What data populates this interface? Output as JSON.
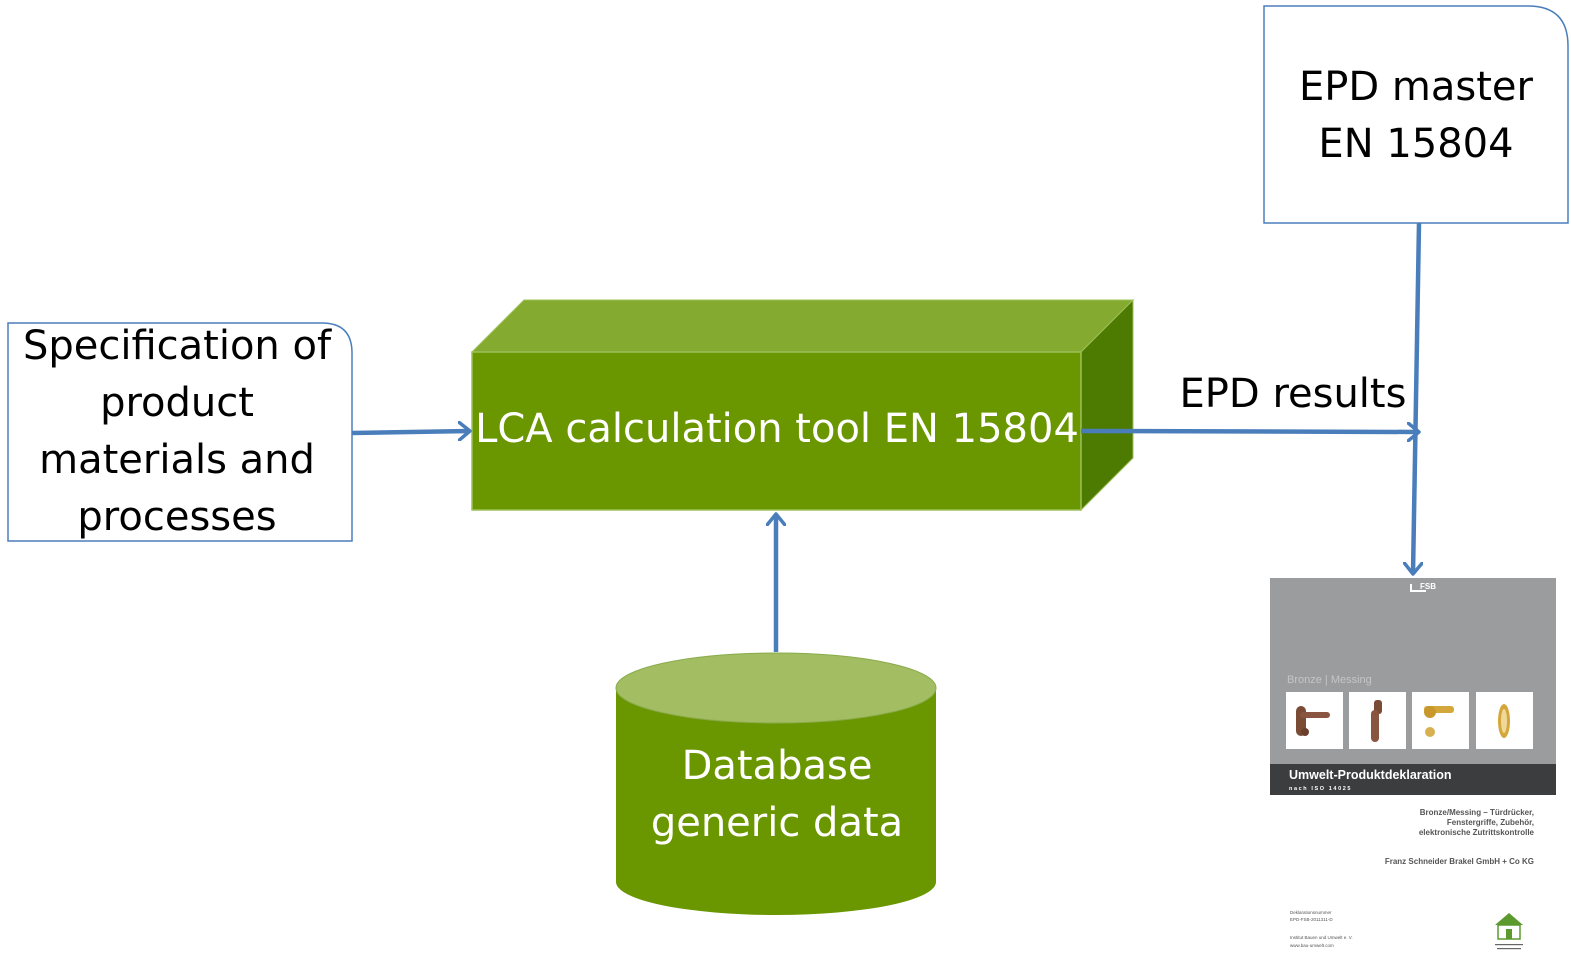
{
  "specification": {
    "label": "Specification of product materials and processes"
  },
  "tool": {
    "label": "LCA calculation tool EN 15804"
  },
  "database": {
    "label": "Database generic data"
  },
  "master": {
    "label": "EPD master EN 15804"
  },
  "results": {
    "label": "EPD results"
  },
  "epd_document": {
    "brand": "FSB",
    "collection": "Bronze | Messing",
    "title": "Umwelt-Produktdeklaration",
    "norm": "nach ISO 14025",
    "product_lines": [
      "Bronze/Messing – Türdrücker,",
      "Fenstergriffe, Zubehör,",
      "elektronische Zutrittskontrolle"
    ],
    "company": "Franz Schneider Brakel GmbH + Co KG",
    "declaration_label": "Deklarationsnummer",
    "declaration_number": "EPD-FSB-2011311-D",
    "institute": "Institut Bauen und Umwelt e. V.",
    "website": "www.bau-umwelt.com",
    "institute_logo_text": "Institut Bauen und Umwelt e.V."
  },
  "colors": {
    "arrow": "#4a7ebb",
    "box_border": "#4a7ebb",
    "green_front": "#6a9600",
    "green_top": "#84ab30",
    "green_side": "#4d7a00",
    "db_top": "#a2bd62"
  }
}
